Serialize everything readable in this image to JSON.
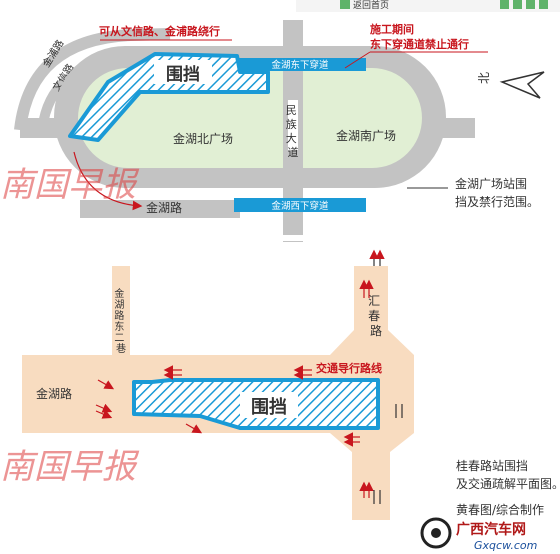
{
  "top_bar": {
    "fragment": "返回首页"
  },
  "map1": {
    "detour_note": "可从文信路、金浦路绕行",
    "road_jinpu": "金浦路",
    "road_wenxin": "文信路",
    "hoarding_label": "围挡",
    "underpass_east": "金湖东下穿道",
    "underpass_west": "金湖西下穿道",
    "construction_note_1": "施工期间",
    "construction_note_2": "东下穿通道禁止通行",
    "north_label": "北",
    "road_minzu": "民族大道",
    "plaza_north": "金湖北广场",
    "plaza_south": "金湖南广场",
    "road_jinhu": "金湖路",
    "caption_1": "金湖广场站围",
    "caption_2": "挡及禁行范围。"
  },
  "map2": {
    "road_huichun": "汇春路",
    "road_jinhu_dong": "金湖路东二巷",
    "road_jinhu": "金湖路",
    "traffic_label": "交通导行路线",
    "hoarding_label": "围挡",
    "caption_1": "桂春路站围挡",
    "caption_2": "及交通疏解平面图。",
    "credit": "黄春图/综合制作"
  },
  "watermark": "南国早报",
  "logo": {
    "name": "广西汽车网",
    "url": "Gxqcw.com"
  },
  "colors": {
    "hoarding": "#1a9ad6",
    "plaza": "#e1efd4",
    "road_grey": "#c3c3c3",
    "road_beige": "#f8dcc0",
    "note_red": "#c8161e",
    "watermark_red": "#dd3c3c"
  }
}
